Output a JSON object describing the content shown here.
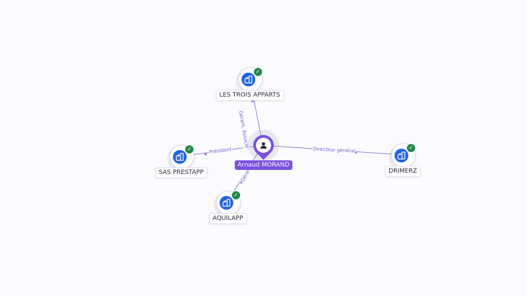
{
  "person": {
    "name": "Arnaud MORAND",
    "icon": "person-icon",
    "color": "#7b4fe0"
  },
  "companies": [
    {
      "id": "les-trois-apparts",
      "name": "LES TROIS APPARTS",
      "icon": "building-icon",
      "verified": true
    },
    {
      "id": "sas-prestapp",
      "name": "SAS PRESTAPP",
      "icon": "building-icon",
      "verified": true
    },
    {
      "id": "aquilapp",
      "name": "AQUILAPP",
      "icon": "building-icon",
      "verified": true
    },
    {
      "id": "drimerz",
      "name": "DRIMERZ",
      "icon": "building-icon",
      "verified": true
    }
  ],
  "relations": [
    {
      "to": "les-trois-apparts",
      "label": "Gérant, Associé"
    },
    {
      "to": "sas-prestapp",
      "label": "Président"
    },
    {
      "to": "aquilapp",
      "label": "Gérant"
    },
    {
      "to": "drimerz",
      "label": "Directeur général"
    }
  ],
  "colors": {
    "company_icon": "#1f63e6",
    "verified_badge": "#1f8a4c",
    "edge_label": "#6d61d6"
  }
}
